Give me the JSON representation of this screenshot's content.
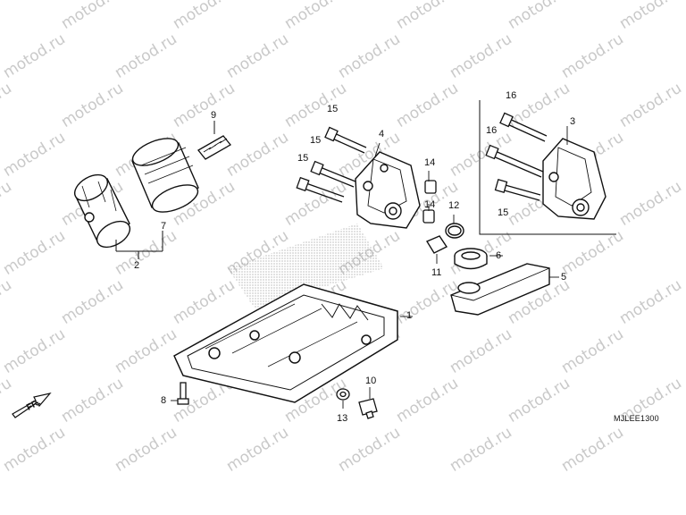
{
  "watermark": "motod.ru",
  "diagram_code": "MJLEE1300",
  "front_marker": "FR.",
  "callouts": {
    "n1": "1",
    "n2": "2",
    "n3": "3",
    "n4": "4",
    "n5": "5",
    "n6": "6",
    "n7": "7",
    "n8": "8",
    "n9": "9",
    "n10": "10",
    "n11": "11",
    "n12": "12",
    "n13": "13",
    "n14a": "14",
    "n14b": "14",
    "n15a": "15",
    "n15b": "15",
    "n15c": "15",
    "n15d": "15",
    "n16a": "16",
    "n16b": "16"
  },
  "colors": {
    "line": "#111111",
    "watermark": "#c9c9c9",
    "shading": "#9a9a9a"
  }
}
